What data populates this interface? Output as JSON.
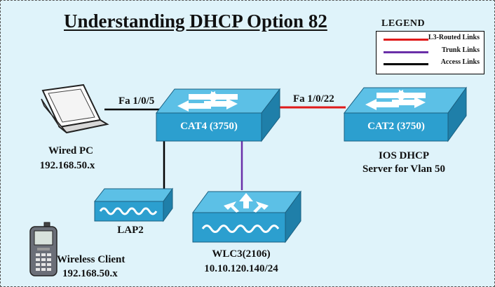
{
  "title": "Understanding DHCP Option 82",
  "legend": {
    "heading": "LEGEND",
    "items": [
      {
        "label": "L3-Routed Links",
        "color": "#e01a1a"
      },
      {
        "label": "Trunk Links",
        "color": "#6a2fa8"
      },
      {
        "label": "Access Links",
        "color": "#000000"
      }
    ]
  },
  "links": {
    "pc_to_cat4": "Fa 1/0/5",
    "cat4_to_cat2": "Fa 1/0/22"
  },
  "devices": {
    "cat4": {
      "label": "CAT4 (3750)"
    },
    "cat2": {
      "label": "CAT2 (3750)",
      "caption_line1": "IOS DHCP",
      "caption_line2": "Server for Vlan 50"
    },
    "wired_pc": {
      "name": "Wired PC",
      "ip": "192.168.50.x"
    },
    "lap2": {
      "name": "LAP2"
    },
    "wlc3": {
      "name": "WLC3(2106)",
      "ip": "10.10.120.140/24"
    },
    "wireless_client": {
      "name": "Wireless Client",
      "ip": "192.168.50.x"
    }
  },
  "colors": {
    "background": "#dff3fa",
    "device_blue": "#2c9fcf",
    "device_dark": "#1f7fa9",
    "l3": "#e01a1a",
    "trunk": "#6a2fa8",
    "access": "#000000"
  }
}
